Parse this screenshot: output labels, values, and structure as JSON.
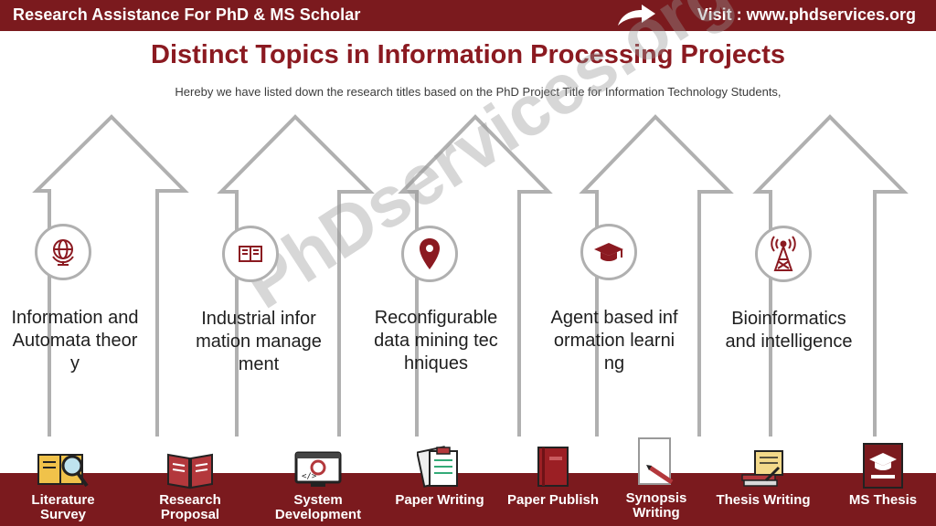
{
  "header": {
    "brand": "Research Assistance For PhD & MS Scholar",
    "visit": "Visit : www.phdservices.org"
  },
  "title": "Distinct Topics in Information Processing Projects",
  "subtitle": "Hereby we have listed down the research titles based on the PhD Project Title for Information Technology Students,",
  "watermark": "PhDservices.org",
  "topics": [
    {
      "label": "Information and Automata theory",
      "icon": "globe-icon"
    },
    {
      "label": "Industrial information management",
      "icon": "book-icon"
    },
    {
      "label": "Reconfigurable data mining techniques",
      "icon": "location-pin-icon"
    },
    {
      "label": "Agent based information learning",
      "icon": "graduation-cap-icon"
    },
    {
      "label": "Bioinformatics and intelligence",
      "icon": "antenna-tower-icon"
    }
  ],
  "services": [
    {
      "label": "Literature Survey",
      "icon": "magnifier-book-icon"
    },
    {
      "label": "Research Proposal",
      "icon": "open-book-icon"
    },
    {
      "label": "System Development",
      "icon": "code-monitor-icon"
    },
    {
      "label": "Paper Writing",
      "icon": "clipboard-icon"
    },
    {
      "label": "Paper Publish",
      "icon": "closed-book-icon"
    },
    {
      "label": "Synopsis Writing",
      "icon": "pen-paper-icon"
    },
    {
      "label": "Thesis Writing",
      "icon": "scroll-books-icon"
    },
    {
      "label": "MS Thesis",
      "icon": "graduate-book-icon"
    }
  ],
  "colors": {
    "brand": "#7b1a1e",
    "title": "#8b1a21",
    "arrow": "#b0b0b0",
    "icon": "#8b1a21"
  }
}
